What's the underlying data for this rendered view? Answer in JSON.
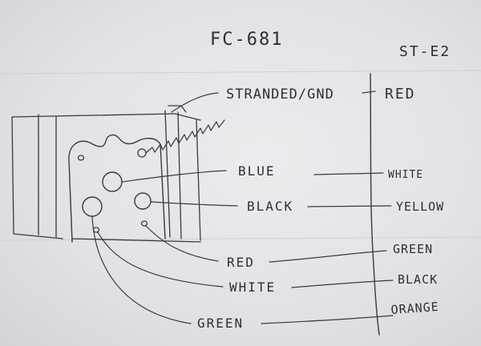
{
  "diagram": {
    "left_title": "FC-681",
    "right_title": "ST-E2",
    "wires": [
      {
        "fc_label": "STRANDED/GND",
        "st_label": "RED"
      },
      {
        "fc_label": "BLUE",
        "st_label": "WHITE"
      },
      {
        "fc_label": "BLACK",
        "st_label": "YELLOW"
      },
      {
        "fc_label": "RED",
        "st_label": "GREEN"
      },
      {
        "fc_label": "WHITE",
        "st_label": "BLACK"
      },
      {
        "fc_label": "GREEN",
        "st_label": "ORANGE"
      }
    ]
  }
}
